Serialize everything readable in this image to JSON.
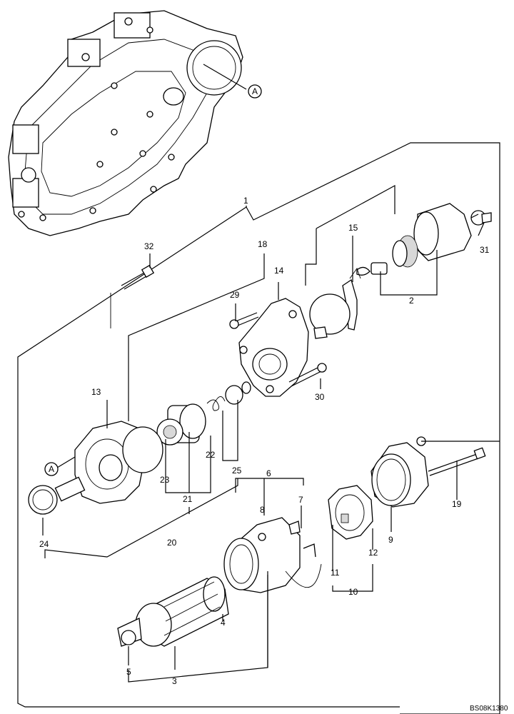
{
  "diagram": {
    "drawing_code": "BS08K1380",
    "callouts": [
      {
        "id": "1",
        "text": "1"
      },
      {
        "id": "2",
        "text": "2"
      },
      {
        "id": "3",
        "text": "3"
      },
      {
        "id": "4",
        "text": "4"
      },
      {
        "id": "5",
        "text": "5"
      },
      {
        "id": "6",
        "text": "6"
      },
      {
        "id": "7",
        "text": "7"
      },
      {
        "id": "8",
        "text": "8"
      },
      {
        "id": "9",
        "text": "9"
      },
      {
        "id": "10",
        "text": "10"
      },
      {
        "id": "11",
        "text": "11"
      },
      {
        "id": "12",
        "text": "12"
      },
      {
        "id": "13",
        "text": "13"
      },
      {
        "id": "14",
        "text": "14"
      },
      {
        "id": "15",
        "text": "15"
      },
      {
        "id": "18",
        "text": "18"
      },
      {
        "id": "19",
        "text": "19"
      },
      {
        "id": "20",
        "text": "20"
      },
      {
        "id": "21",
        "text": "21"
      },
      {
        "id": "22",
        "text": "22"
      },
      {
        "id": "23",
        "text": "23"
      },
      {
        "id": "24",
        "text": "24"
      },
      {
        "id": "25",
        "text": "25"
      },
      {
        "id": "29",
        "text": "29"
      },
      {
        "id": "30",
        "text": "30"
      },
      {
        "id": "31",
        "text": "31"
      },
      {
        "id": "32",
        "text": "32"
      }
    ],
    "reference_markers": [
      {
        "id": "A_top",
        "text": "A"
      },
      {
        "id": "A_left",
        "text": "A"
      }
    ]
  }
}
